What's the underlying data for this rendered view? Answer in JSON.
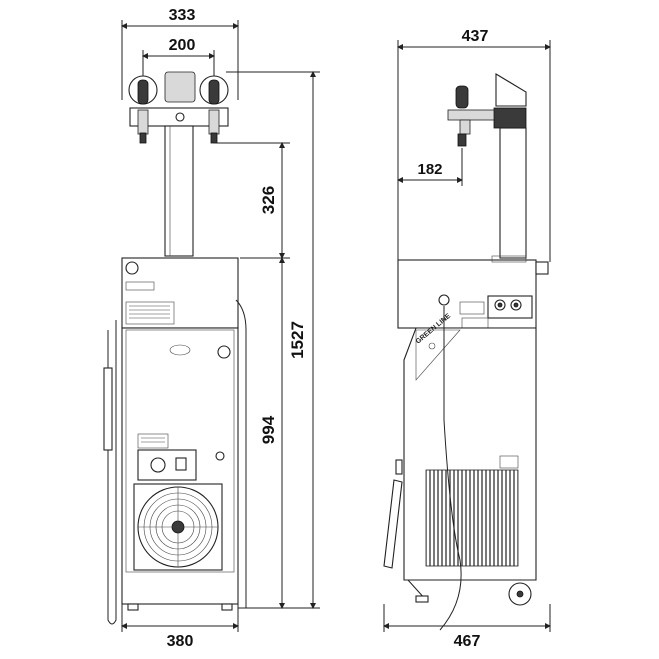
{
  "drawing": {
    "front_view": {
      "dim_total_width": "333",
      "dim_tap_spacing": "200",
      "dim_column_height": "326",
      "dim_cabinet_height": "994",
      "dim_total_height": "1527",
      "dim_base_width": "380"
    },
    "side_view": {
      "dim_total_width": "437",
      "dim_tap_offset": "182",
      "dim_base_width": "467",
      "brand_label": "GREEN LINE"
    }
  }
}
